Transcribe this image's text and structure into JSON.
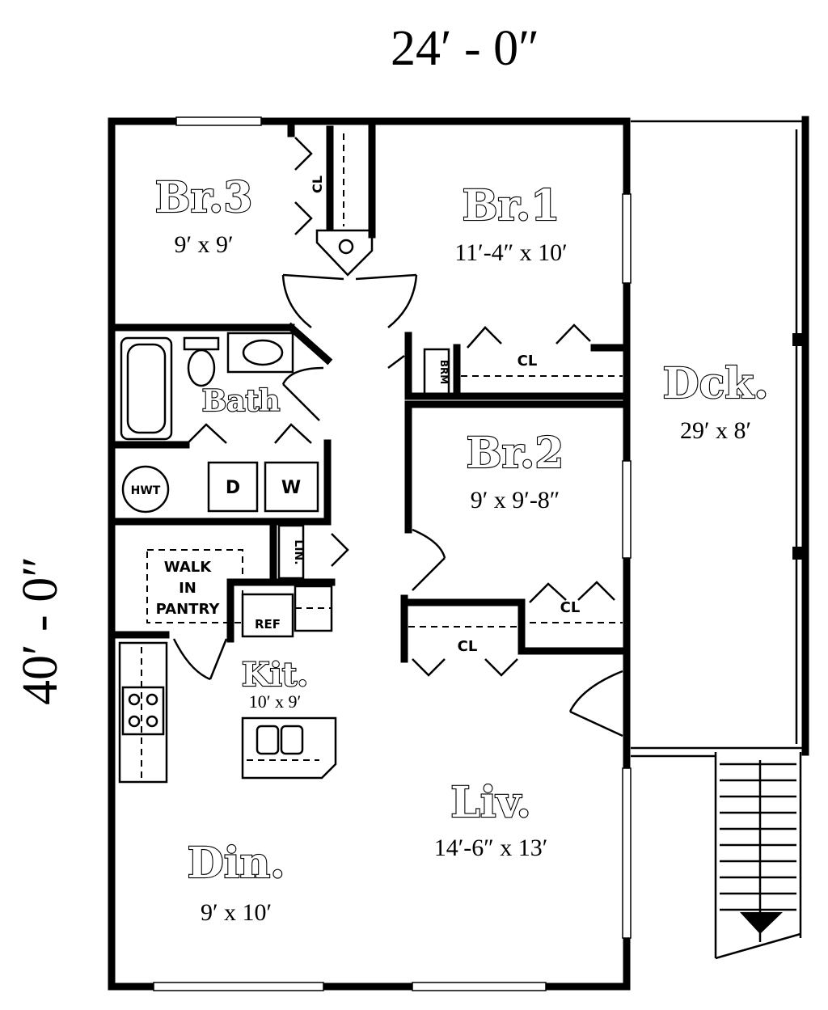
{
  "dimensions": {
    "width": "24′ - 0″",
    "depth": "40′ - 0″"
  },
  "rooms": {
    "br3": {
      "name": "Br.3",
      "size": "9′ x 9′"
    },
    "br1": {
      "name": "Br.1",
      "size": "11′-4″ x 10′"
    },
    "br2": {
      "name": "Br.2",
      "size": "9′ x 9′-8″"
    },
    "bath": {
      "name": "Bath"
    },
    "kit": {
      "name": "Kit.",
      "size": "10′ x 9′"
    },
    "din": {
      "name": "Din.",
      "size": "9′ x 10′"
    },
    "liv": {
      "name": "Liv.",
      "size": "14′-6″ x 13′"
    },
    "dck": {
      "name": "Dck.",
      "size": "29′ x 8′"
    }
  },
  "labels": {
    "closet": "CL",
    "hwt": "HWT",
    "dryer": "D",
    "washer": "W",
    "linen": "LIN.",
    "brm": "BRM",
    "pantry_line1": "WALK",
    "pantry_line2": "IN",
    "pantry_line3": "PANTRY",
    "ref": "REF"
  }
}
